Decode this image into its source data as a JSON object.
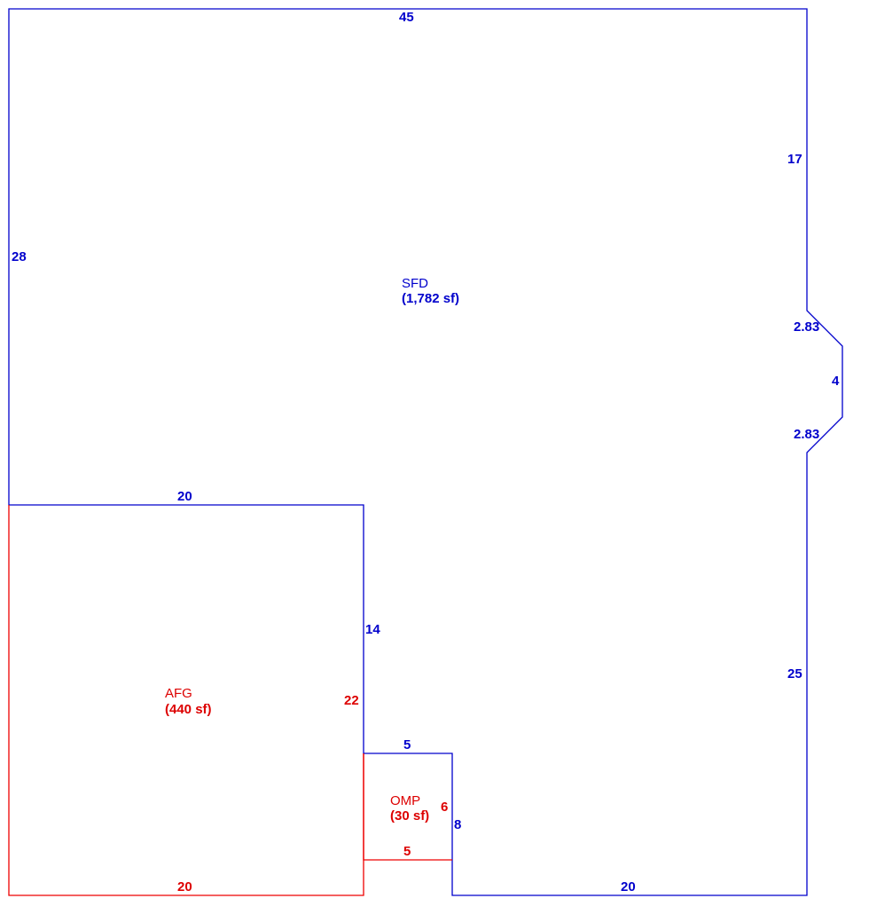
{
  "areas": {
    "sfd": {
      "name": "SFD",
      "area": "(1,782 sf)",
      "color": "#0000cc"
    },
    "afg": {
      "name": "AFG",
      "area": "(440 sf)",
      "color": "#dd0000"
    },
    "omp": {
      "name": "OMP",
      "area": "(30 sf)",
      "color": "#dd0000"
    }
  },
  "dimensions": {
    "sfd_top": "45",
    "sfd_left": "28",
    "sfd_right_upper": "17",
    "sfd_bay_upper": "2.83",
    "sfd_bay_front": "4",
    "sfd_bay_lower": "2.83",
    "sfd_right_lower": "25",
    "sfd_bottom": "20",
    "sfd_step": "8",
    "sfd_notch_top": "5",
    "sfd_inner": "14",
    "sfd_garage_top": "20",
    "afg_right": "22",
    "afg_bottom": "20",
    "omp_right": "6",
    "omp_bottom": "5"
  }
}
